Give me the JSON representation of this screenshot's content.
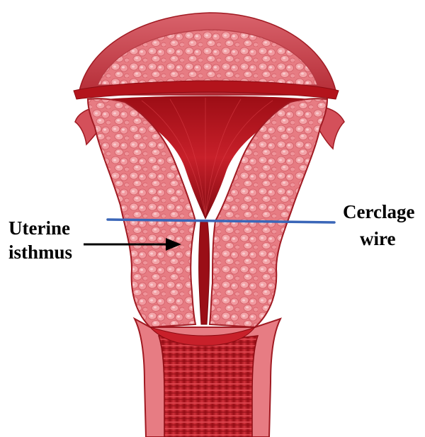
{
  "diagram": {
    "labels": {
      "isthmus_line1": "Uterine",
      "isthmus_line2": "isthmus",
      "cerclage_line1": "Cerclage",
      "cerclage_line2": "wire"
    },
    "colors": {
      "background": "#ffffff",
      "tissue_pink": "#e77c83",
      "tissue_light": "#f3a4a8",
      "cell_highlight": "#f7c0c2",
      "cavity_red": "#b5121b",
      "cavity_dark": "#8c0b12",
      "muscle_red": "#c8202a",
      "outline": "#a01a22",
      "wire_blue": "#3a66b8",
      "arrow_black": "#000000",
      "label_text": "#000000"
    }
  }
}
